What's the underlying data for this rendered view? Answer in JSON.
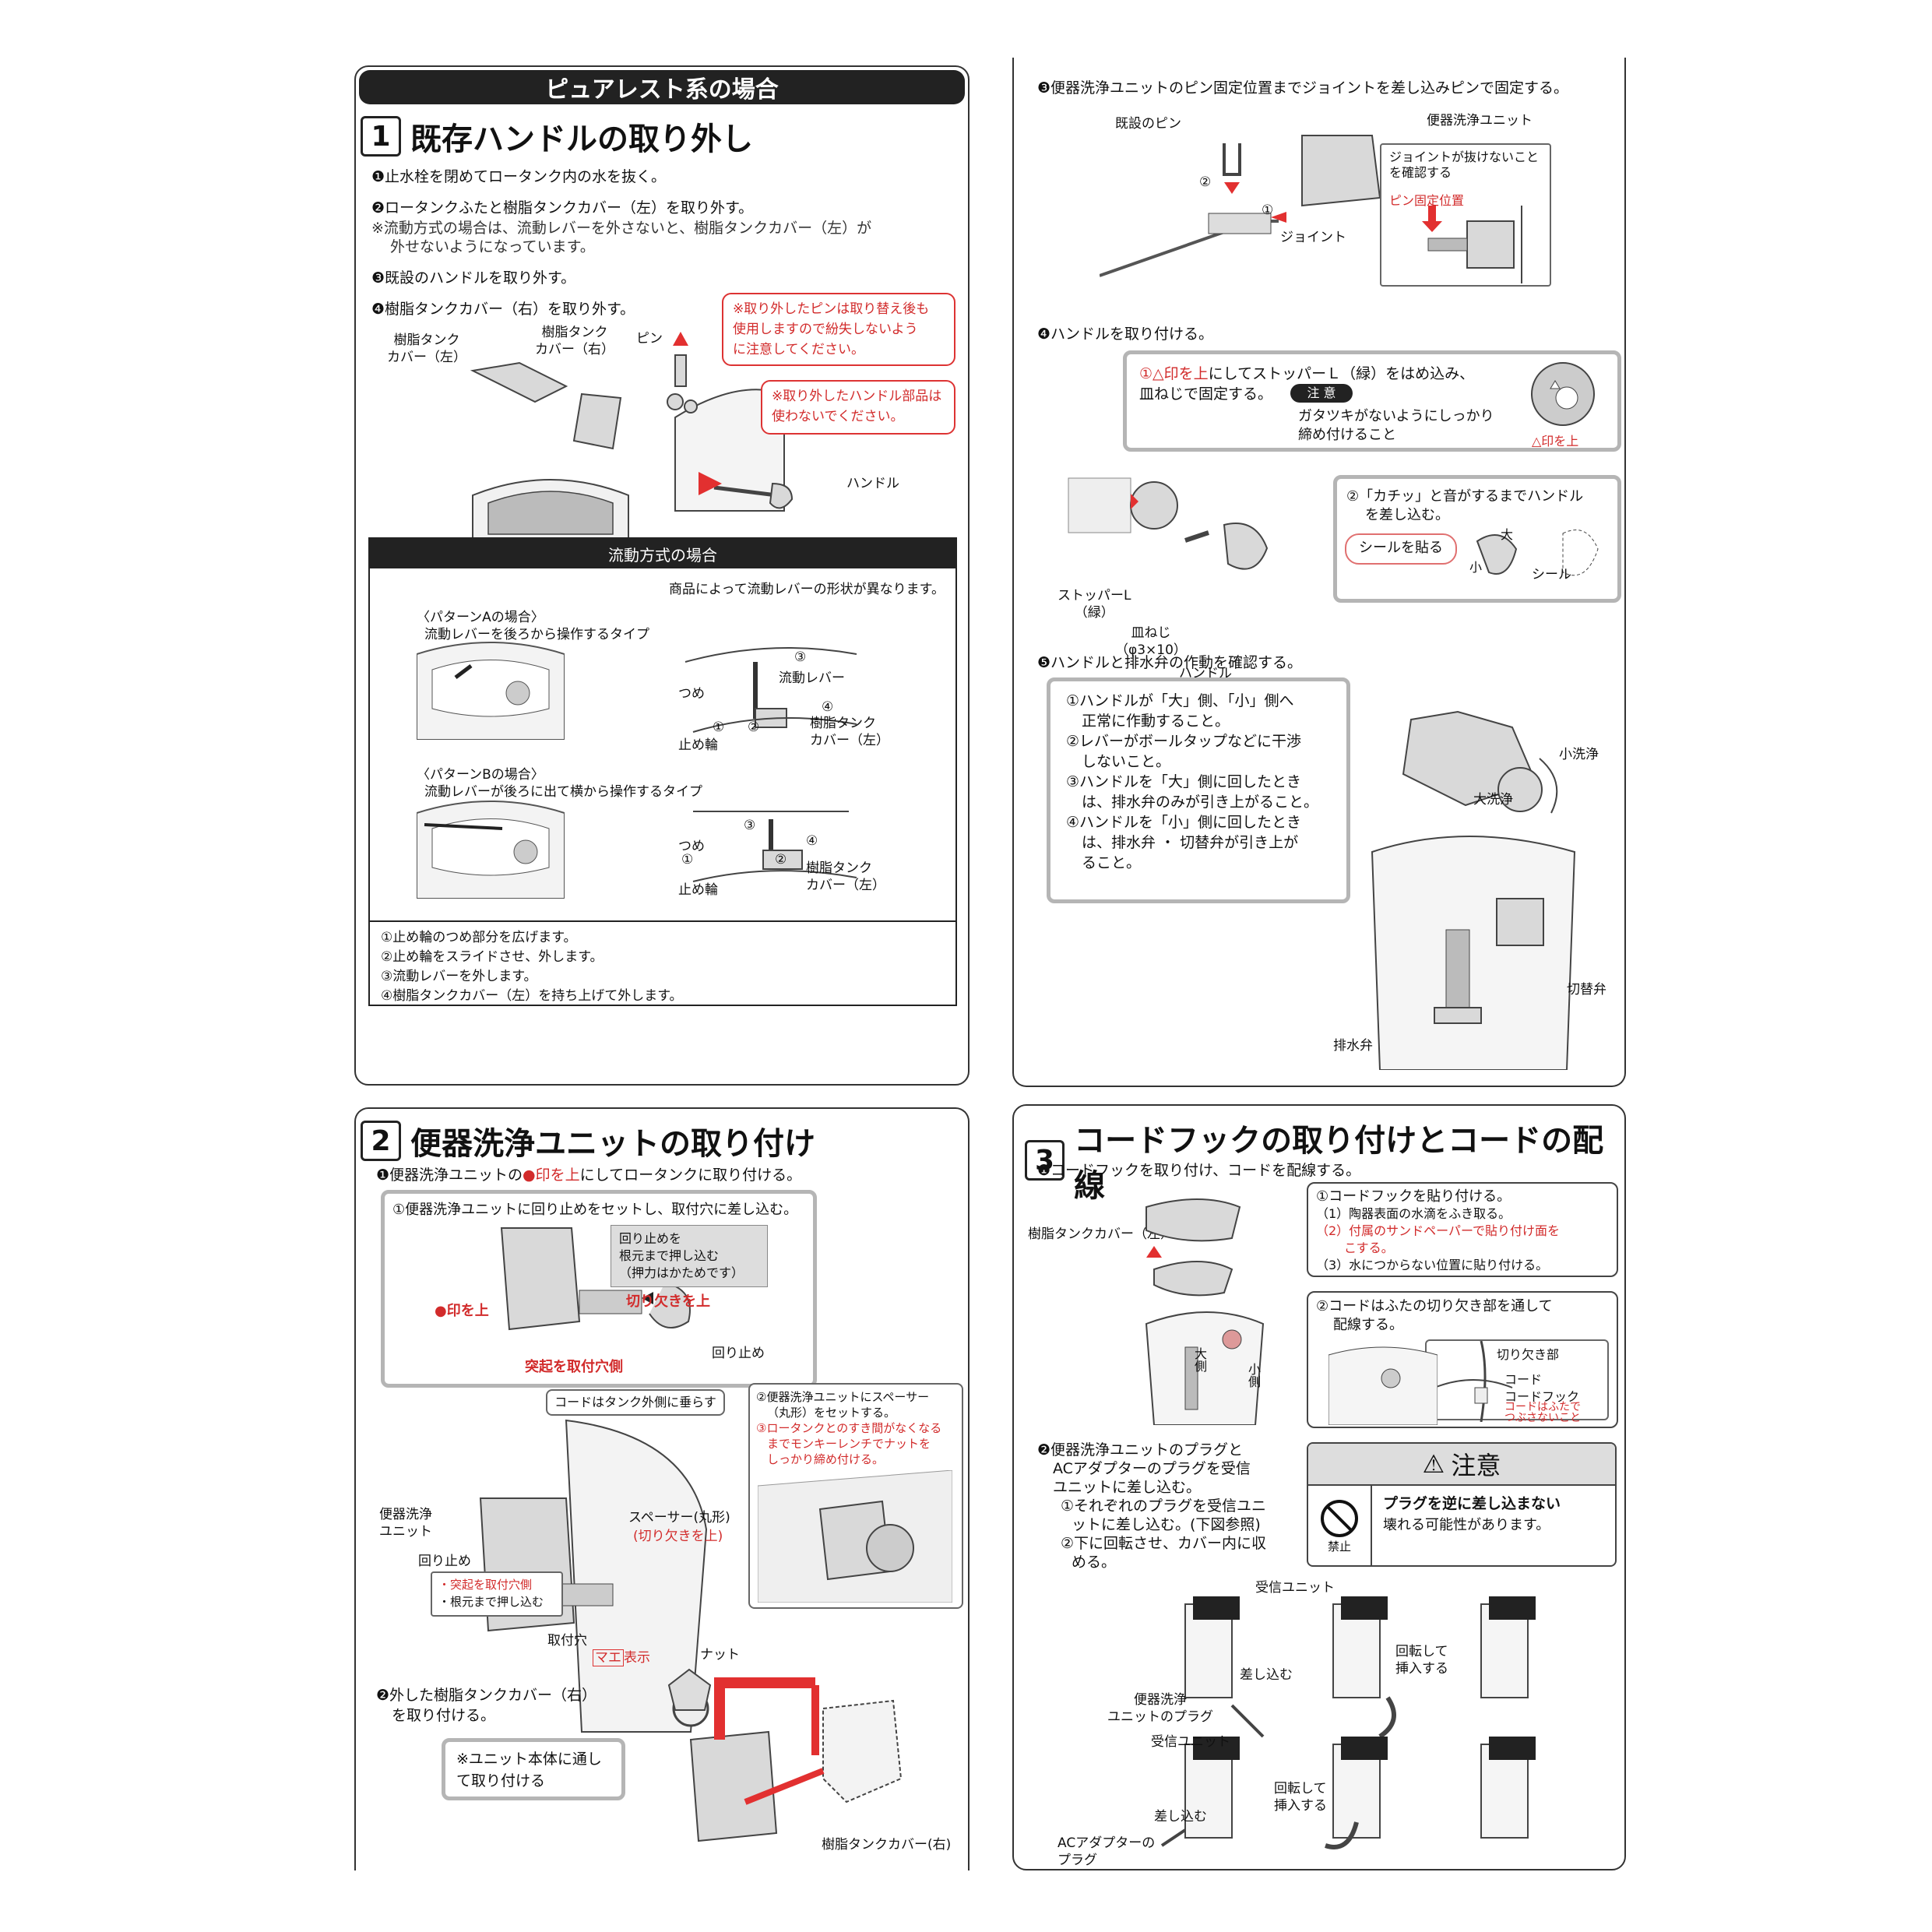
{
  "banner": "ピュアレスト系の場合",
  "s1": {
    "num": "1",
    "title": "既存ハンドルの取り外し",
    "steps": [
      "❶止水栓を閉めてロータンク内の水を抜く。",
      "❷ロータンクふたと樹脂タンクカバー（左）を取り外す。",
      "※流動方式の場合は、流動レバーを外さないと、樹脂タンクカバー（左）が",
      "外せないようになっています。",
      "❸既設のハンドルを取り外す。",
      "❹樹脂タンクカバー（右）を取り外す。"
    ],
    "labels": {
      "cover_left": "樹脂タンク\nカバー（左）",
      "cover_left_1": "樹脂タンク",
      "cover_left_2": "カバー（左）",
      "cover_right_1": "樹脂タンク",
      "cover_right_2": "カバー（右）",
      "pin": "ピン",
      "handle": "ハンドル"
    },
    "note_pin": [
      "※取り外したピンは取り替え後も",
      "使用しますので紛失しないよう",
      "に注意してください。"
    ],
    "note_handle": [
      "※取り外したハンドル部品は",
      "使わないでください。"
    ],
    "flow": {
      "header": "流動方式の場合",
      "intro": "商品によって流動レバーの形状が異なります。",
      "patternA_title": "〈パターンAの場合〉",
      "patternA_desc": "流動レバーを後ろから操作するタイプ",
      "patternB_title": "〈パターンBの場合〉",
      "patternB_desc": "流動レバーが後ろに出て横から操作するタイプ",
      "a_labels": {
        "tsume": "つめ",
        "lever": "流動レバー",
        "ring": "止め輪",
        "cover1": "樹脂タンク",
        "cover2": "カバー（左）",
        "c3": "③",
        "c4": "④",
        "c1": "①",
        "c2": "②"
      },
      "b_labels": {
        "tsume": "つめ",
        "ring": "止め輪",
        "cover1": "樹脂タンク",
        "cover2": "カバー（左）",
        "c1": "①",
        "c2": "②",
        "c3": "③",
        "c4": "④"
      },
      "notes": [
        "①止め輪のつめ部分を広げます。",
        "②止め輪をスライドさせ、外します。",
        "③流動レバーを外します。",
        "④樹脂タンクカバー（左）を持ち上げて外します。"
      ]
    }
  },
  "s1b": {
    "step3": "❸便器洗浄ユニットのピン固定位置までジョイントを差し込みピンで固定する。",
    "labels": {
      "pin": "既設のピン",
      "unit": "便器洗浄ユニット",
      "joint": "ジョイント",
      "c1": "①",
      "c2": "②"
    },
    "inset_text": [
      "ジョイントが抜けないこと",
      "を確認する"
    ],
    "inset_red": "ピン固定位置",
    "step4": "❹ハンドルを取り付ける。",
    "box1": {
      "prefix": "①",
      "mark": "△印を上",
      "text1": "にしてストッパーＬ（緑）をはめ込み、",
      "text2": "皿ねじで固定する。",
      "caution": "注 意",
      "caution_text": [
        "ガタツキがないようにしっかり",
        "締め付けること"
      ],
      "mark_label": "△印を上"
    },
    "parts": {
      "stopper1": "ストッパーL",
      "stopper2": "（緑）",
      "screw1": "皿ねじ",
      "screw2": "（φ3×10）",
      "handle": "ハンドル"
    },
    "box2": {
      "text1": "②「カチッ」と音がするまでハンドル",
      "text2": "を差し込む。",
      "sticker_btn": "シールを貼る",
      "big": "大",
      "small": "小",
      "sticker": "シール"
    },
    "step5": "❺ハンドルと排水弁の作動を確認する。",
    "checks": [
      "①ハンドルが「大」側、「小」側へ",
      "正常に作動すること。",
      "②レバーがボールタップなどに干渉",
      "しないこと。",
      "③ハンドルを「大」側に回したとき",
      "は、排水弁のみが引き上がること。",
      "④ハンドルを「小」側に回したとき",
      "は、排水弁 ・ 切替弁が引き上が",
      "ること。"
    ],
    "labels2": {
      "small_flush": "小洗浄",
      "big_flush": "大洗浄",
      "switch_valve": "切替弁",
      "drain_valve": "排水弁"
    }
  },
  "s2": {
    "num": "2",
    "title": "便器洗浄ユニットの取り付け",
    "step1_a": "❶便器洗浄ユニットの",
    "step1_red": "●印を上",
    "step1_b": "にしてロータンクに取り付ける。",
    "box_title": "①便器洗浄ユニットに回り止めをセットし、取付穴に差し込む。",
    "gray_note": [
      "回り止めを",
      "根元まで押し込む",
      "（押力はかためです）"
    ],
    "mark_up": "●印を上",
    "notch_up": "切り欠きを上",
    "protrusion": "突起を取付穴側",
    "rotation_stop": "回り止め",
    "cord_note": "コードはタンク外側に垂らす",
    "spacer_note": [
      "②便器洗浄ユニットにスペーサー",
      "（丸形）をセットする。"
    ],
    "nut_note": [
      "③ロータンクとのすき間がなくなる",
      "までモンキーレンチでナットを",
      "しっかり締め付ける。"
    ],
    "unit_label": [
      "便器洗浄",
      "ユニット"
    ],
    "rot_label": "回り止め",
    "list": [
      "・突起を取付穴側",
      "・根元まで押し込む"
    ],
    "spacer_label": "スペーサー(丸形)",
    "spacer_red": "(切り欠きを上)",
    "hole": "取付穴",
    "mark_display": "マエ",
    "mark_display2": "表示",
    "nut": "ナット",
    "step2": [
      "❷外した樹脂タンクカバー（右）",
      "を取り付ける。"
    ],
    "callout": [
      "※ユニット本体に通し",
      "て取り付ける"
    ],
    "cover_right": "樹脂タンクカバー(右)"
  },
  "s3": {
    "num": "3",
    "title": "コードフックの取り付けとコードの配線",
    "step1": "❶コードフックを取り付け、コードを配線する。",
    "cover_left": "樹脂タンクカバー（左）",
    "box1": [
      "①コードフックを貼り付ける。",
      "（1）陶器表面の水滴をふき取る。",
      "（2）付属のサンドペーパーで貼り付け面を",
      "こする。",
      "（3）水につからない位置に貼り付ける。"
    ],
    "box2": [
      "②コードはふたの切り欠き部を通して",
      "配線する。"
    ],
    "box2_labels": {
      "notch": "切り欠き部",
      "cord": "コード",
      "hook": "コードフック",
      "red1": "コードはふたで",
      "red2": "つぶさないこと"
    },
    "tank_labels": {
      "big": "大側",
      "small": "小側"
    },
    "step2": [
      "❷便器洗浄ユニットのプラグと",
      "ACアダプターのプラグを受信",
      "ユニットに差し込む。",
      "①それぞれのプラグを受信ユニ",
      "ットに差し込む。(下図参照)",
      "②下に回転させ、カバー内に収",
      "める。"
    ],
    "warning": {
      "title": "注意",
      "icon": "⚠",
      "ban": "禁止",
      "head": "プラグを逆に差し込まない",
      "body": "壊れる可能性があります。"
    },
    "diagram": {
      "receiver": "受信ユニット",
      "insert": "差し込む",
      "rotate1": "回転して",
      "rotate2": "挿入する",
      "unit_plug1": "便器洗浄",
      "unit_plug2": "ユニットのプラグ",
      "ac1": "ACアダプターの",
      "ac2": "プラグ"
    }
  }
}
